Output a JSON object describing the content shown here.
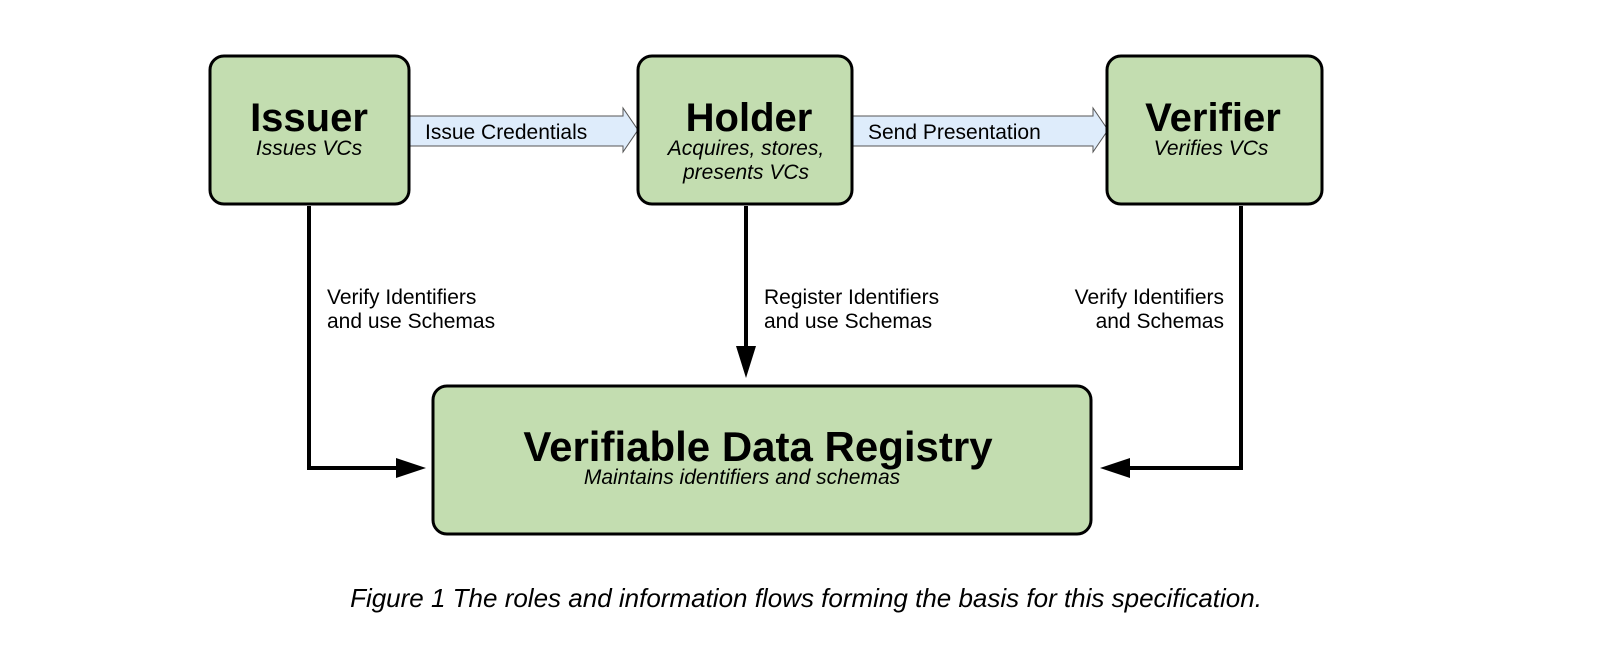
{
  "nodes": {
    "issuer": {
      "title": "Issuer",
      "subtitle": "Issues VCs"
    },
    "holder": {
      "title": "Holder",
      "subtitle_line1": "Acquires, stores,",
      "subtitle_line2": "presents VCs"
    },
    "verifier": {
      "title": "Verifier",
      "subtitle": "Verifies VCs"
    },
    "registry": {
      "title": "Verifiable Data Registry",
      "subtitle": "Maintains identifiers and schemas"
    }
  },
  "flows": {
    "issue_credentials": "Issue Credentials",
    "send_presentation": "Send Presentation"
  },
  "connectors": {
    "issuer_registry": {
      "line1": "Verify Identifiers",
      "line2": "and use Schemas"
    },
    "holder_registry": {
      "line1": "Register Identifiers",
      "line2": "and use Schemas"
    },
    "verifier_registry": {
      "line1": "Verify Identifiers",
      "line2": "and Schemas"
    }
  },
  "caption": "Figure 1 The roles and information flows forming the basis for this specification.",
  "colors": {
    "node_fill": "#c3ddb0",
    "flow_fill": "#deecfb",
    "stroke": "#000000"
  }
}
